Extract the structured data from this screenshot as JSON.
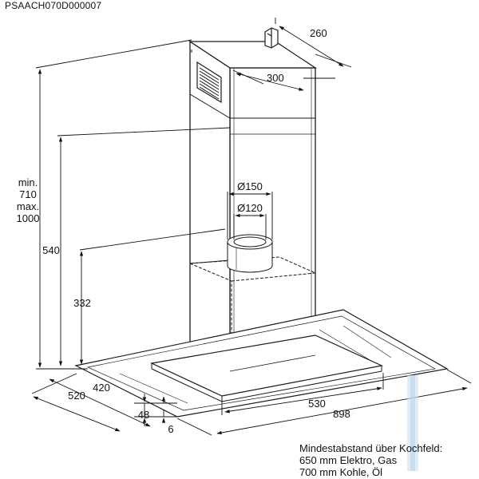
{
  "document": {
    "code": "PSAACH070D000007"
  },
  "dimensions": {
    "d260": "260",
    "d300": "300",
    "min_label": "min.",
    "min_value": "710",
    "max_label": "max.",
    "max_value": "1000",
    "d540": "540",
    "d332": "332",
    "d150": "Ø150",
    "d120": "Ø120",
    "d420": "420",
    "d520": "520",
    "d530": "530",
    "d898": "898",
    "d48": "48",
    "d6": "6"
  },
  "note": {
    "line1": "Mindestabstand über Kochfeld:",
    "line2": "650 mm Elektro, Gas",
    "line3": "700 mm Kohle, Öl"
  },
  "colors": {
    "line": "#1a1a1a",
    "watermark": "#cfe3f2"
  }
}
